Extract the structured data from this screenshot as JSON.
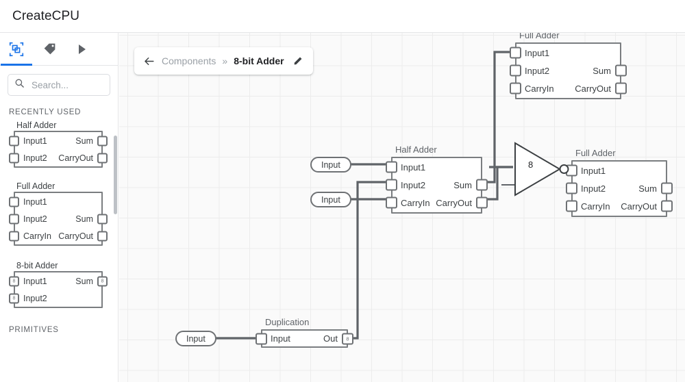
{
  "app": {
    "title": "CreateCPU"
  },
  "sidebar": {
    "tabs": [
      {
        "name": "components-tab",
        "icon": "components-icon",
        "active": true
      },
      {
        "name": "tags-tab",
        "icon": "tag-icon",
        "active": false
      },
      {
        "name": "run-tab",
        "icon": "play-icon",
        "active": false
      }
    ],
    "search": {
      "placeholder": "Search...",
      "value": ""
    },
    "sections": [
      {
        "heading": "RECENTLY USED"
      },
      {
        "heading": "PRIMITIVES"
      }
    ],
    "components": [
      {
        "name": "Half Adder",
        "inputs": [
          {
            "label": "Input1",
            "bits": 1
          },
          {
            "label": "Input2",
            "bits": 1
          }
        ],
        "outputs": [
          {
            "label": "Sum",
            "bits": 1
          },
          {
            "label": "CarryOut",
            "bits": 1
          }
        ]
      },
      {
        "name": "Full Adder",
        "inputs": [
          {
            "label": "Input1",
            "bits": 1
          },
          {
            "label": "Input2",
            "bits": 1
          },
          {
            "label": "CarryIn",
            "bits": 1
          }
        ],
        "outputs": [
          {
            "label": "Sum",
            "bits": 1
          },
          {
            "label": "CarryOut",
            "bits": 1
          }
        ]
      },
      {
        "name": "8-bit Adder",
        "inputs": [
          {
            "label": "Input1",
            "bits": 8
          },
          {
            "label": "Input2",
            "bits": 8
          }
        ],
        "outputs": [
          {
            "label": "Sum",
            "bits": 8
          }
        ]
      }
    ]
  },
  "breadcrumb": {
    "back_icon": "arrow-left-icon",
    "parent": "Components",
    "separator": "»",
    "current": "8-bit Adder",
    "edit_icon": "pencil-icon"
  },
  "canvas": {
    "grid": true,
    "nodes": [
      {
        "id": "full-adder-top",
        "title": "Full Adder",
        "inputs": [
          "Input1",
          "Input2",
          "CarryIn"
        ],
        "outputs": [
          "Sum",
          "CarryOut"
        ]
      },
      {
        "id": "half-adder-mid",
        "title": "Half Adder",
        "inputs": [
          "Input1",
          "Input2",
          "CarryIn"
        ],
        "outputs": [
          "Sum",
          "CarryOut"
        ]
      },
      {
        "id": "full-adder-right",
        "title": "Full Adder",
        "inputs": [
          "Input1",
          "Input2",
          "CarryIn"
        ],
        "outputs": [
          "Sum",
          "CarryOut"
        ]
      },
      {
        "id": "duplication",
        "title": "Duplication",
        "inputs": [
          "Input"
        ],
        "outputs": [
          "Out"
        ],
        "output_bits": 8
      }
    ],
    "pills": [
      {
        "id": "input-pill-1",
        "label": "Input"
      },
      {
        "id": "input-pill-2",
        "label": "Input"
      },
      {
        "id": "input-pill-3",
        "label": "Input"
      }
    ],
    "merge": {
      "id": "merge-bus",
      "label": "8"
    }
  },
  "colors": {
    "accent": "#1a73e8",
    "node_border": "#7a7d80",
    "wire": "#5f6368",
    "canvas_bg": "#fafafa",
    "grid": "#ececec",
    "text": "#3c4043",
    "muted": "#9aa0a6"
  }
}
